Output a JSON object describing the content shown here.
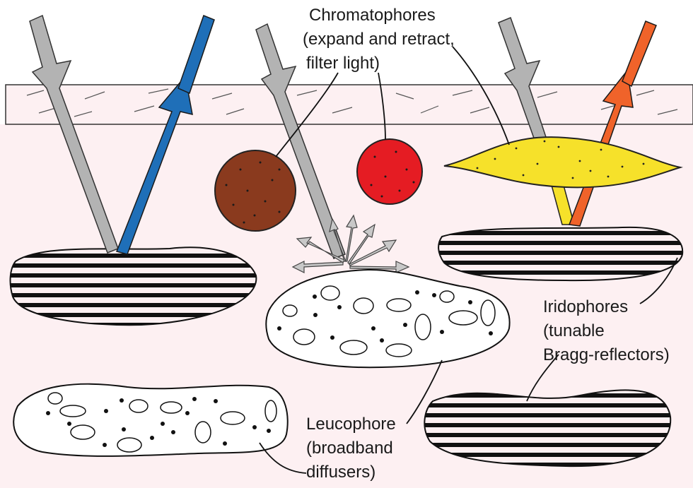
{
  "labels": {
    "chromatophores": [
      "Chromatophores",
      "(expand and retract,",
      "filter light)"
    ],
    "iridophores": [
      "Iridophores",
      "(tunable",
      "Bragg-reflectors)"
    ],
    "leucophore": [
      "Leucophore",
      "(broadband",
      "diffusers)"
    ]
  },
  "colors": {
    "skin": "#fdf0f2",
    "incident_light": "#b3b3b3",
    "reflected_blue": "#1f6fb8",
    "reflected_orange": "#f0632a",
    "chromatophore_brown": "#8a3a1e",
    "chromatophore_red": "#e51c23",
    "chromatophore_yellow": "#f6e12a",
    "outline": "#1a1a1a"
  }
}
